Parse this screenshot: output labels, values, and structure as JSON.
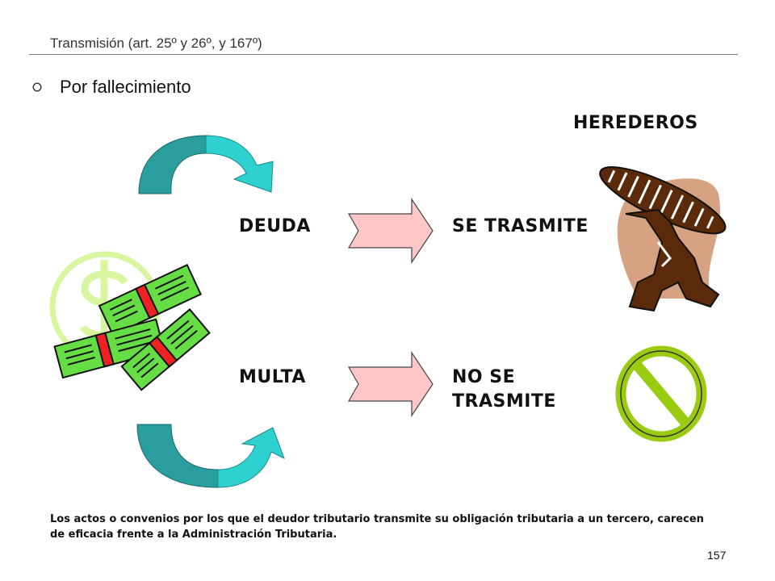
{
  "slide": {
    "title": "Transmisión (art. 25º y 26º, y 167º)",
    "bullet": "Por fallecimiento",
    "herederos_label": "HEREDEROS",
    "deuda_label": "DEUDA",
    "se_trasmite_label": "SE TRASMITE",
    "multa_label": "MULTA",
    "no_se_label": "NO SE",
    "trasmite_label": "TRASMITE",
    "footnote": "Los actos o convenios por los que el deudor tributario transmite su obligación tributaria a un tercero, carecen de eficacia frente a la Administración Tributaria.",
    "page_number": "157"
  },
  "icons": {
    "bullet": "hollow-circle-bullet-icon",
    "curved_arrow_top": "curved-arrow-icon",
    "curved_arrow_bottom": "curved-arrow-icon",
    "block_arrow_1": "block-arrow-right-icon",
    "block_arrow_2": "block-arrow-right-icon",
    "money": "money-stack-clipart",
    "person": "person-carrying-weight-clipart",
    "no_symbol": "prohibition-icon"
  },
  "colors": {
    "arrow_teal_dark": "#2a9e9e",
    "arrow_teal_light": "#2fd0d0",
    "block_arrow_fill": "#ffc6c6",
    "money_green": "#66dd44",
    "money_red": "#ee2222",
    "dollar_outline": "#d8f5a0",
    "person_brown": "#5a2a0a",
    "person_tan": "#d7a282",
    "no_symbol": "#99cc11"
  }
}
